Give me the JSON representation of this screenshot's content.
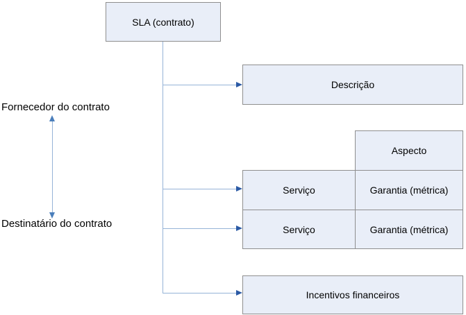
{
  "diagram": {
    "title_box": {
      "label": "SLA (contrato)"
    },
    "description_box": {
      "label": "Descrição"
    },
    "aspect_box": {
      "label": "Aspecto"
    },
    "service_table": {
      "rows": [
        {
          "service": "Serviço",
          "guarantee": "Garantia (métrica)"
        },
        {
          "service": "Serviço",
          "guarantee": "Garantia (métrica)"
        }
      ]
    },
    "incentives_box": {
      "label": "Incentivos financeiros"
    },
    "side_labels": {
      "provider": "Fornecedor do contrato",
      "recipient": "Destinatário do contrato"
    },
    "colors": {
      "box_fill": "#e9eef8",
      "box_border": "#8e8e8e",
      "connector": "#95b3d7",
      "arrowhead": "#2b5aa5",
      "double_arrow": "#4a7ebb"
    }
  }
}
